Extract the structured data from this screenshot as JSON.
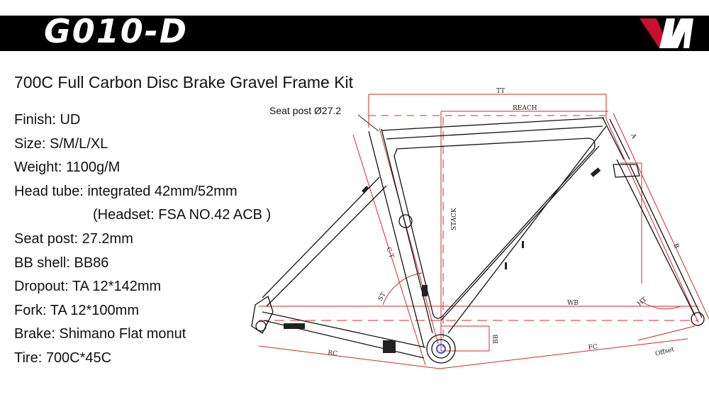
{
  "header": {
    "model": "G010-D",
    "logo_letter": "M",
    "logo_color": "#c8102e"
  },
  "subtitle": "700C Full Carbon Disc Brake Gravel Frame Kit",
  "specs": [
    "Finish: UD",
    "Size: S/M/L/XL",
    "Weight: 1100g/M",
    "Head tube: integrated 42mm/52mm",
    "(Headset: FSA NO.42 ACB )",
    "Seat post: 27.2mm",
    "BB shell: BB86",
    "Dropout: TA 12*142mm",
    "Fork: TA 12*100mm",
    "Brake: Shimano Flat monut",
    "Tire: 700C*45C"
  ],
  "drawing": {
    "callout": "Seat post Ø27.2",
    "dims": {
      "tt": "TT",
      "reach": "REACH",
      "stack": "STACK",
      "ct": "C-T",
      "st": "ST",
      "wb": "WB",
      "ht": "HT",
      "bb": "BB",
      "rc": "RC",
      "fc": "FC",
      "offset": "Offset",
      "a": "A",
      "b": "B"
    },
    "dim_color": "#d12b2b"
  }
}
